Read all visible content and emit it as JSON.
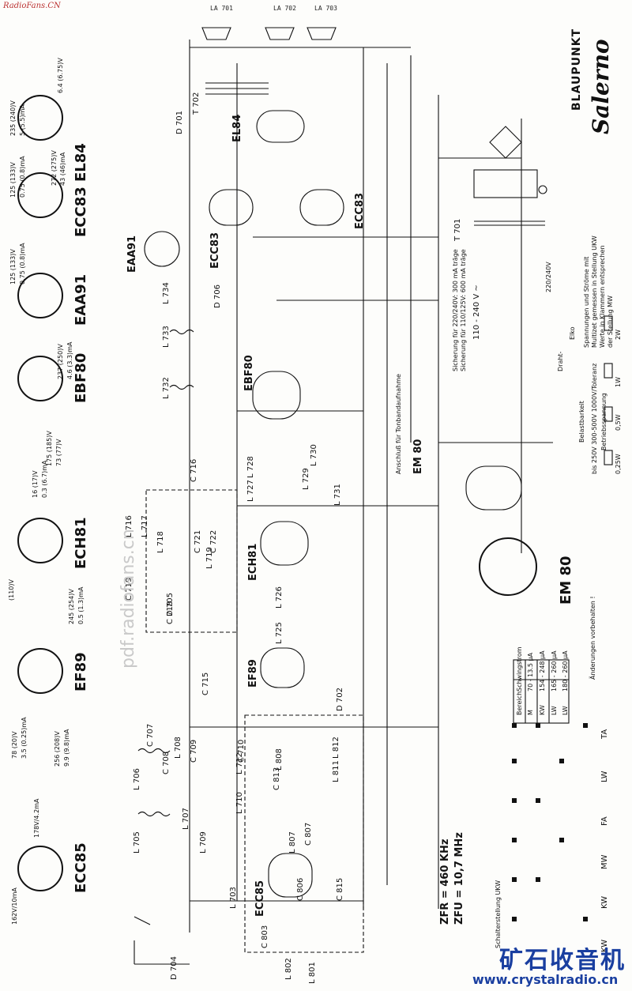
{
  "watermark_top": "RadioFans.CN",
  "watermark_mid": "pdf.radiofans.cn",
  "brand": "BLAUPUNKT",
  "model": "Salerno",
  "footer": {
    "logo": "矿石收音机",
    "url": "www.crystalradio.cn"
  },
  "tubes": [
    {
      "name": "EL84",
      "v1": "6.4 (6.75)V",
      "v2": "235 (240)V",
      "v3": "5 (5.5)mA"
    },
    {
      "name": "ECC83",
      "v1": "125 (133)V",
      "v2": "0.75 (0.8)mA",
      "v3": "272 (275)V",
      "v4": "43 (46)mA"
    },
    {
      "name": "EAA91",
      "v1": "125 (133)V",
      "v2": "0.75 (0.8)mA"
    },
    {
      "name": "EBF80",
      "v1": "237 (250)V",
      "v2": "4.6 (3.3)mA",
      "v3": "175 (185)V",
      "v4": "73 (77)V"
    },
    {
      "name": "ECH81",
      "v1": "16 (17)V",
      "v2": "0.3 (6.7)mA",
      "v3": "(110)V",
      "v4": "245 (254)V",
      "v5": "0.5 (1.3)mA"
    },
    {
      "name": "EF89",
      "v1": "78 (20)V",
      "v2": "3.5 (0.25)mA",
      "v3": "256 (208)V",
      "v4": "9.9 (9.8)mA"
    },
    {
      "name": "ECC85",
      "v1": "178V/4.2mA",
      "v2": "162V/10mA"
    }
  ],
  "tubes_main": [
    {
      "name": "EL84"
    },
    {
      "name": "ECC83"
    },
    {
      "name": "ECC83"
    },
    {
      "name": "EAA91"
    },
    {
      "name": "EBF80"
    },
    {
      "name": "EM80"
    },
    {
      "name": "ECH81"
    },
    {
      "name": "EF89"
    },
    {
      "name": "ECC85"
    }
  ],
  "em80_label": "EM 80",
  "em80_bottom": "EM 80",
  "speakers": [
    "LA 701",
    "LA 702",
    "LA 703"
  ],
  "transformers": [
    "T 702",
    "T 701"
  ],
  "if_freq": {
    "zfr": "ZFR = 460 KHz",
    "zfu": "ZFU = 10,7 MHz"
  },
  "switch_heading": "Schalterstellung UKW",
  "switch_positions": [
    "KW",
    "KW",
    "MW",
    "FA",
    "LW",
    "TA"
  ],
  "band_table": {
    "headers": [
      "Bereich",
      "Schwingstrom"
    ],
    "rows": [
      [
        "M",
        "70 - 13.5 μA"
      ],
      [
        "KW",
        "154 - 248 μA"
      ],
      [
        "LW",
        "165 - 260 μA"
      ],
      [
        "LW",
        "180 - 260 μA"
      ]
    ]
  },
  "notes": {
    "n1": "Spannungen und Ströme mit",
    "n2": "Multizet gemessen in Stellung UKW",
    "n3": "Werte in Klammern entsprechen",
    "n4": "der Stellung MW",
    "fuse1": "Sicherung für 220/240V: 300 mA träge",
    "fuse2": "Sicherung für 110/125V: 600 mA träge",
    "mains": "110 - 240 V ~",
    "mains2": "220/240V",
    "tape": "Anschluß für Tonbandaufnahme",
    "changes": "Änderungen vorbehalten !"
  },
  "legend": {
    "title": "Betriebsspannung",
    "line1": "bis 250V 300-500V 1000V/Toleranz",
    "res_title": "Belastbarkeit",
    "res": [
      "0,25W",
      "0,5W",
      "1W",
      "2W"
    ],
    "wire": "Draht-",
    "elko": "Elko"
  },
  "components": {
    "L": [
      "L 734",
      "L 733",
      "L 732",
      "L 728",
      "L 727",
      "L 729",
      "L 730",
      "L 731",
      "L 716",
      "L 717",
      "L 718",
      "L 719",
      "L 726",
      "L 725",
      "L 706",
      "L 705",
      "L 708",
      "L 707",
      "L 712",
      "L 710",
      "L 709",
      "L 703",
      "L 812",
      "L 811",
      "L 808",
      "L 807",
      "L 802",
      "L 801"
    ],
    "C": [
      "C 716",
      "C 715",
      "C 718",
      "C 719",
      "C 721",
      "C 722",
      "C 710",
      "C 709",
      "C 707",
      "C 708",
      "C 813",
      "C 806",
      "C 807",
      "C 815",
      "C 803"
    ],
    "D": [
      "D 701",
      "D 706",
      "D 705",
      "D 702",
      "D 704"
    ]
  },
  "colors": {
    "ink": "#111111",
    "paper": "#fdfdfb",
    "brand_blue": "#1a3fa0",
    "watermark_red": "#bb3333"
  }
}
